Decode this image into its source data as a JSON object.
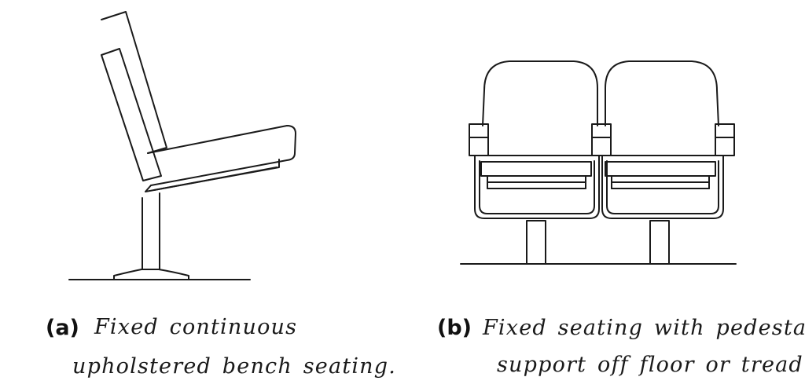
{
  "panels": [
    {
      "label": "(a)",
      "caption_line1": "Fixed continuous",
      "caption_line2": "upholstered bench seating."
    },
    {
      "label": "(b)",
      "caption_line1": "Fixed seating with pedestal",
      "caption_line2": "support off floor or tread"
    }
  ],
  "colors": {
    "line": "#1a1a1a",
    "background": "#ffffff"
  }
}
